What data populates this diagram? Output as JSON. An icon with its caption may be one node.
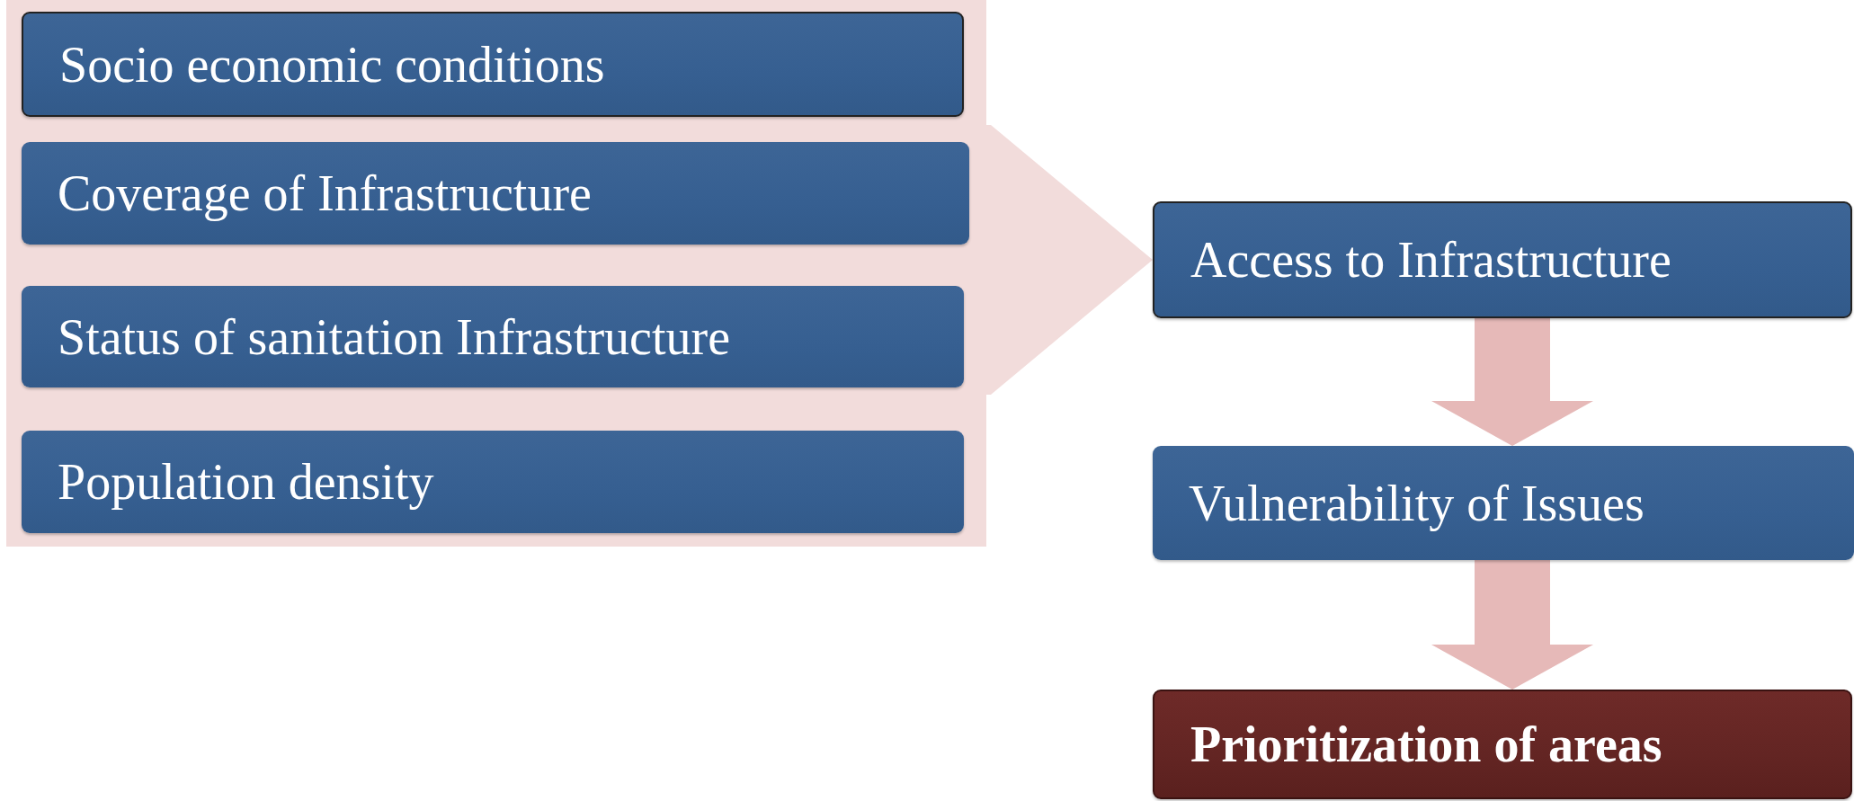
{
  "diagram": {
    "nodes": [
      {
        "text": [],
        "shape": "box"
      },
      {
        "text": [
          "Socio economic conditions"
        ],
        "in": 0
      },
      {
        "text": [
          "Coverage of Infrastructure"
        ],
        "in": 0
      },
      {
        "text": [
          "Status of sanitation Infrastructure"
        ],
        "in": 0
      },
      {
        "text": [
          "Population density"
        ],
        "in": 0
      },
      {
        "text": [
          "Access to Infrastructure"
        ]
      },
      {
        "text": [
          "Vulnerability of Issues"
        ]
      },
      {
        "text": [
          "Prioritization of areas"
        ]
      }
    ],
    "edges": [
      {
        "from": 0,
        "to": 5,
        "arrow": "to"
      },
      {
        "from": 5,
        "to": 6,
        "arrow": "to"
      },
      {
        "from": 6,
        "to": 7,
        "arrow": "to"
      }
    ]
  }
}
